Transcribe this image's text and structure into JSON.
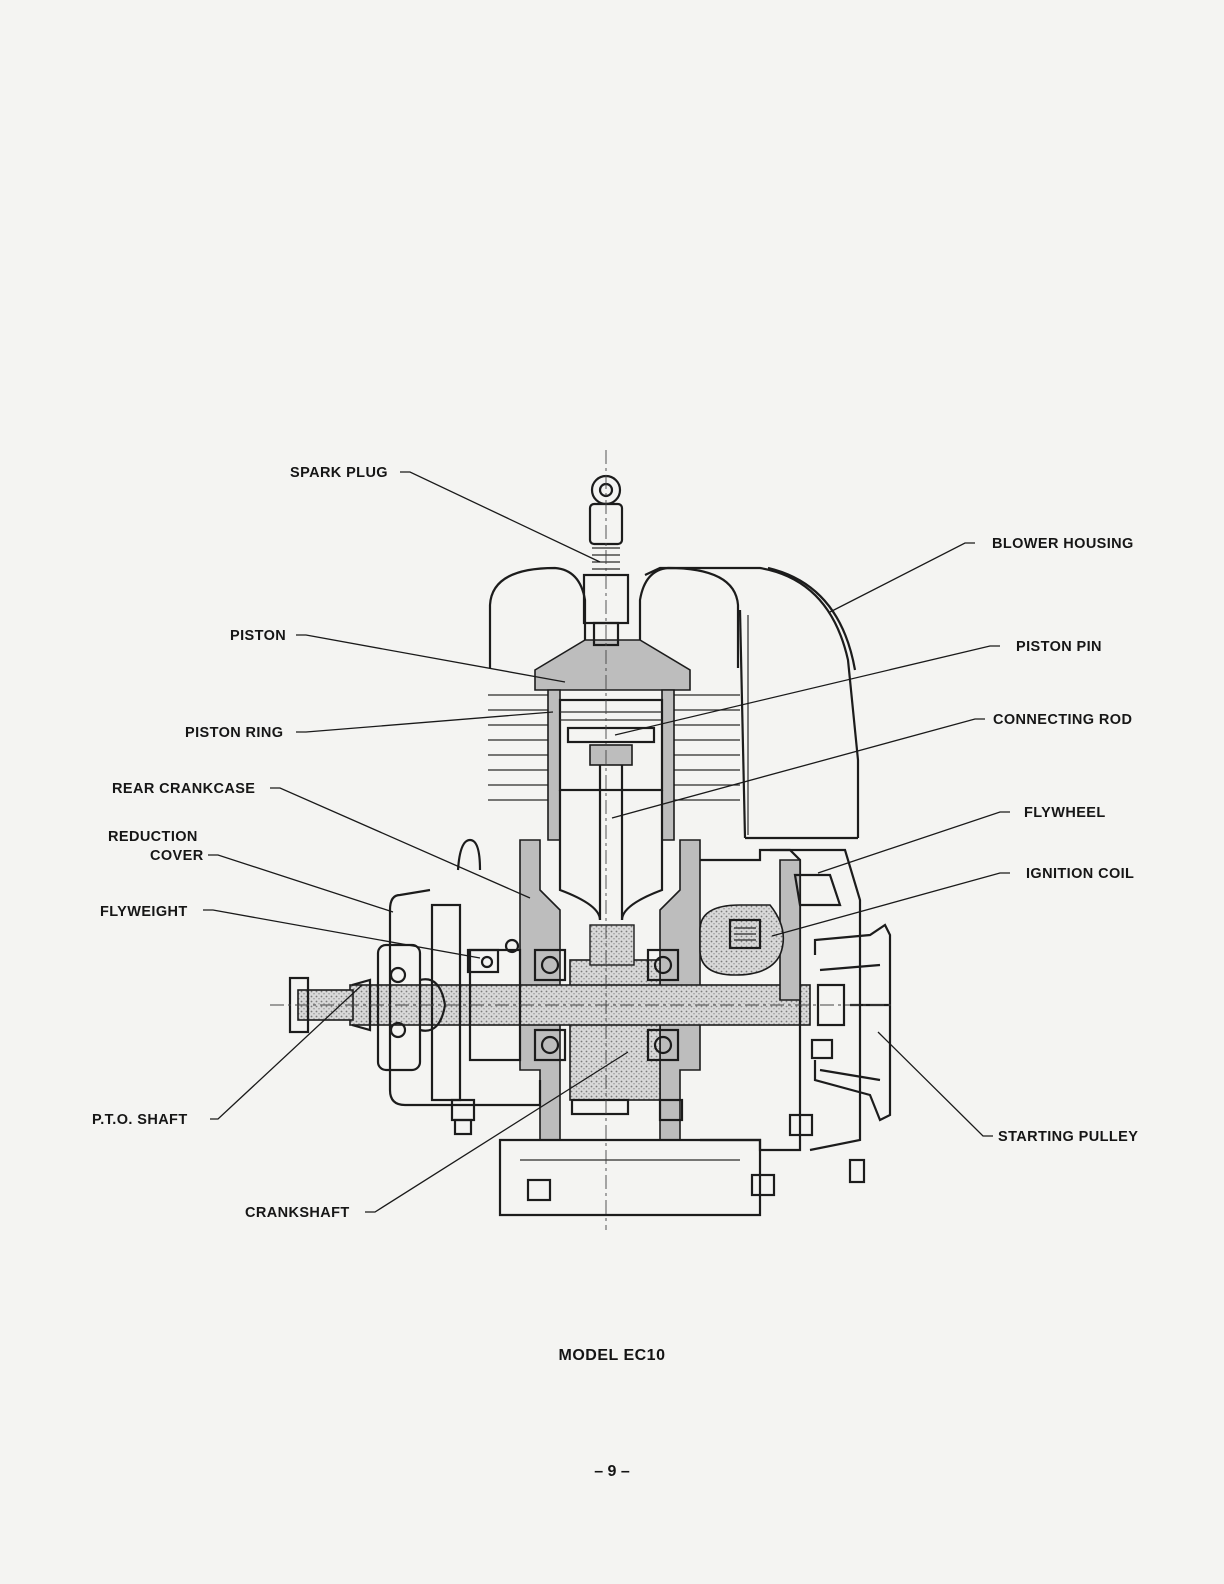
{
  "diagram": {
    "labels": {
      "spark_plug": "SPARK PLUG",
      "blower_housing": "BLOWER HOUSING",
      "piston": "PISTON",
      "piston_pin": "PISTON PIN",
      "piston_ring": "PISTON RING",
      "connecting_rod": "CONNECTING ROD",
      "rear_crankcase": "REAR CRANKCASE",
      "reduction_cover_line1": "REDUCTION",
      "reduction_cover_line2": "COVER",
      "flywheel": "FLYWHEEL",
      "ignition_coil": "IGNITION COIL",
      "flyweight": "FLYWEIGHT",
      "pto_shaft": "P.T.O. SHAFT",
      "starting_pulley": "STARTING PULLEY",
      "crankshaft": "CRANKSHAFT"
    }
  },
  "caption": "MODEL EC10",
  "page_number": "– 9 –"
}
